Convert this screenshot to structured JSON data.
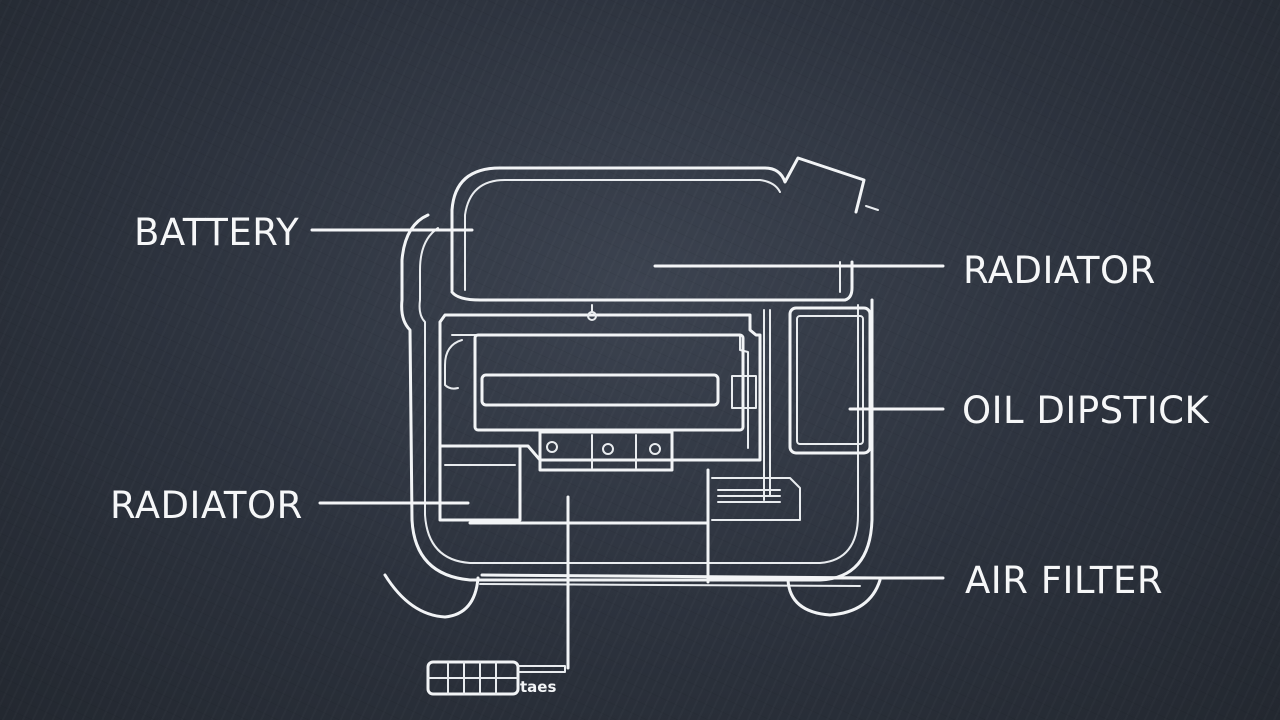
{
  "labels": {
    "battery": "BATTERY",
    "radiator_right": "RADIATOR",
    "oil_dipstick": "OIL DIPSTICK",
    "radiator_left": "RADIATOR",
    "air_filter": "AIR FILTER",
    "bottom_tag": "taes"
  },
  "colors": {
    "background": "#2f3540",
    "line": "#f2f4f6"
  }
}
